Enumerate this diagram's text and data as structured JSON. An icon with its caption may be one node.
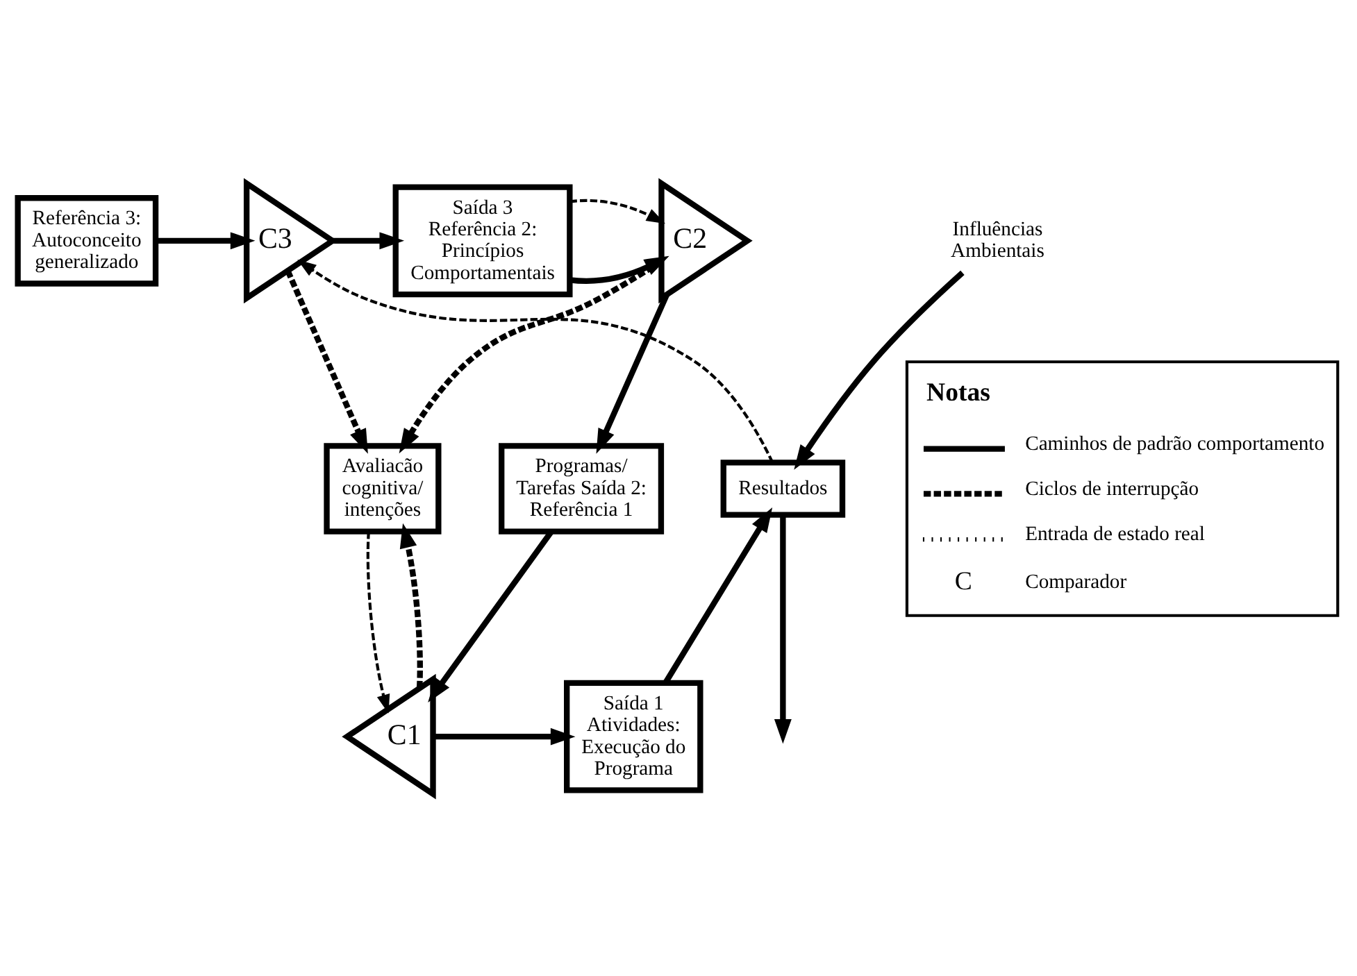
{
  "diagram": {
    "nodes": [
      {
        "text": [
          "Referência 3: Autoconceito generalizado"
        ]
      },
      {
        "text": [
          "C3"
        ]
      },
      {
        "text": [
          "Saída 3 Referência 2: Princípios Comportamentais"
        ]
      },
      {
        "text": [
          "C2"
        ]
      },
      {
        "text": [
          "Avaliacão cognitiva/ intenções"
        ]
      },
      {
        "text": [
          "Programas/ Tarefas Saída 2: Referência 1"
        ]
      },
      {
        "text": [
          "Resultados"
        ]
      },
      {
        "text": [
          "C1"
        ]
      },
      {
        "text": [
          "Saída 1 Atividades: Execução do Programa"
        ]
      },
      {
        "text": [
          "Influências Ambientais"
        ]
      }
    ],
    "edges": [
      {
        "from": 0,
        "to": 1,
        "arrow": "to"
      },
      {
        "from": 1,
        "to": 2,
        "arrow": "to"
      },
      {
        "from": 2,
        "to": 3,
        "arrow": "to"
      },
      {
        "from": 2,
        "to": 3,
        "arrow": "to",
        "style": "dashed"
      },
      {
        "from": 1,
        "to": 4,
        "arrow": "to",
        "style": "dashed"
      },
      {
        "from": 6,
        "to": 1,
        "arrow": "to",
        "style": "dashed"
      },
      {
        "from": 3,
        "to": 4,
        "arrow": "to",
        "style": "dashed"
      },
      {
        "from": 3,
        "to": 5,
        "arrow": "to"
      },
      {
        "from": 5,
        "to": 7,
        "arrow": "to"
      },
      {
        "from": 7,
        "to": 4,
        "arrow": "to",
        "style": "dashed"
      },
      {
        "from": 4,
        "to": 7,
        "arrow": "to",
        "style": "dashed"
      },
      {
        "from": 7,
        "to": 8,
        "arrow": "to"
      },
      {
        "from": 8,
        "to": 6,
        "arrow": "to"
      },
      {
        "from": 6,
        "to": null,
        "arrow": "to"
      },
      {
        "from": 9,
        "to": 6,
        "arrow": "to"
      }
    ],
    "labels": [
      "Notas",
      "C"
    ],
    "legend": [
      {
        "text": "Caminhos de padrão comportamento"
      },
      {
        "text": "Ciclos de interrupção"
      },
      {
        "text": "Entrada de estado real"
      },
      {
        "text": "Comparador"
      }
    ]
  }
}
